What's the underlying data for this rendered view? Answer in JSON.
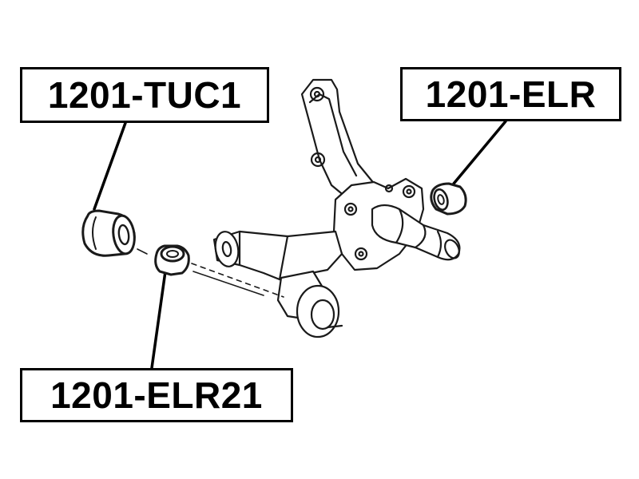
{
  "labels": {
    "tuc1": "1201-TUC1",
    "elr": "1201-ELR",
    "elr21": "1201-ELR21"
  },
  "colors": {
    "ink": "#000000",
    "background": "#ffffff"
  }
}
